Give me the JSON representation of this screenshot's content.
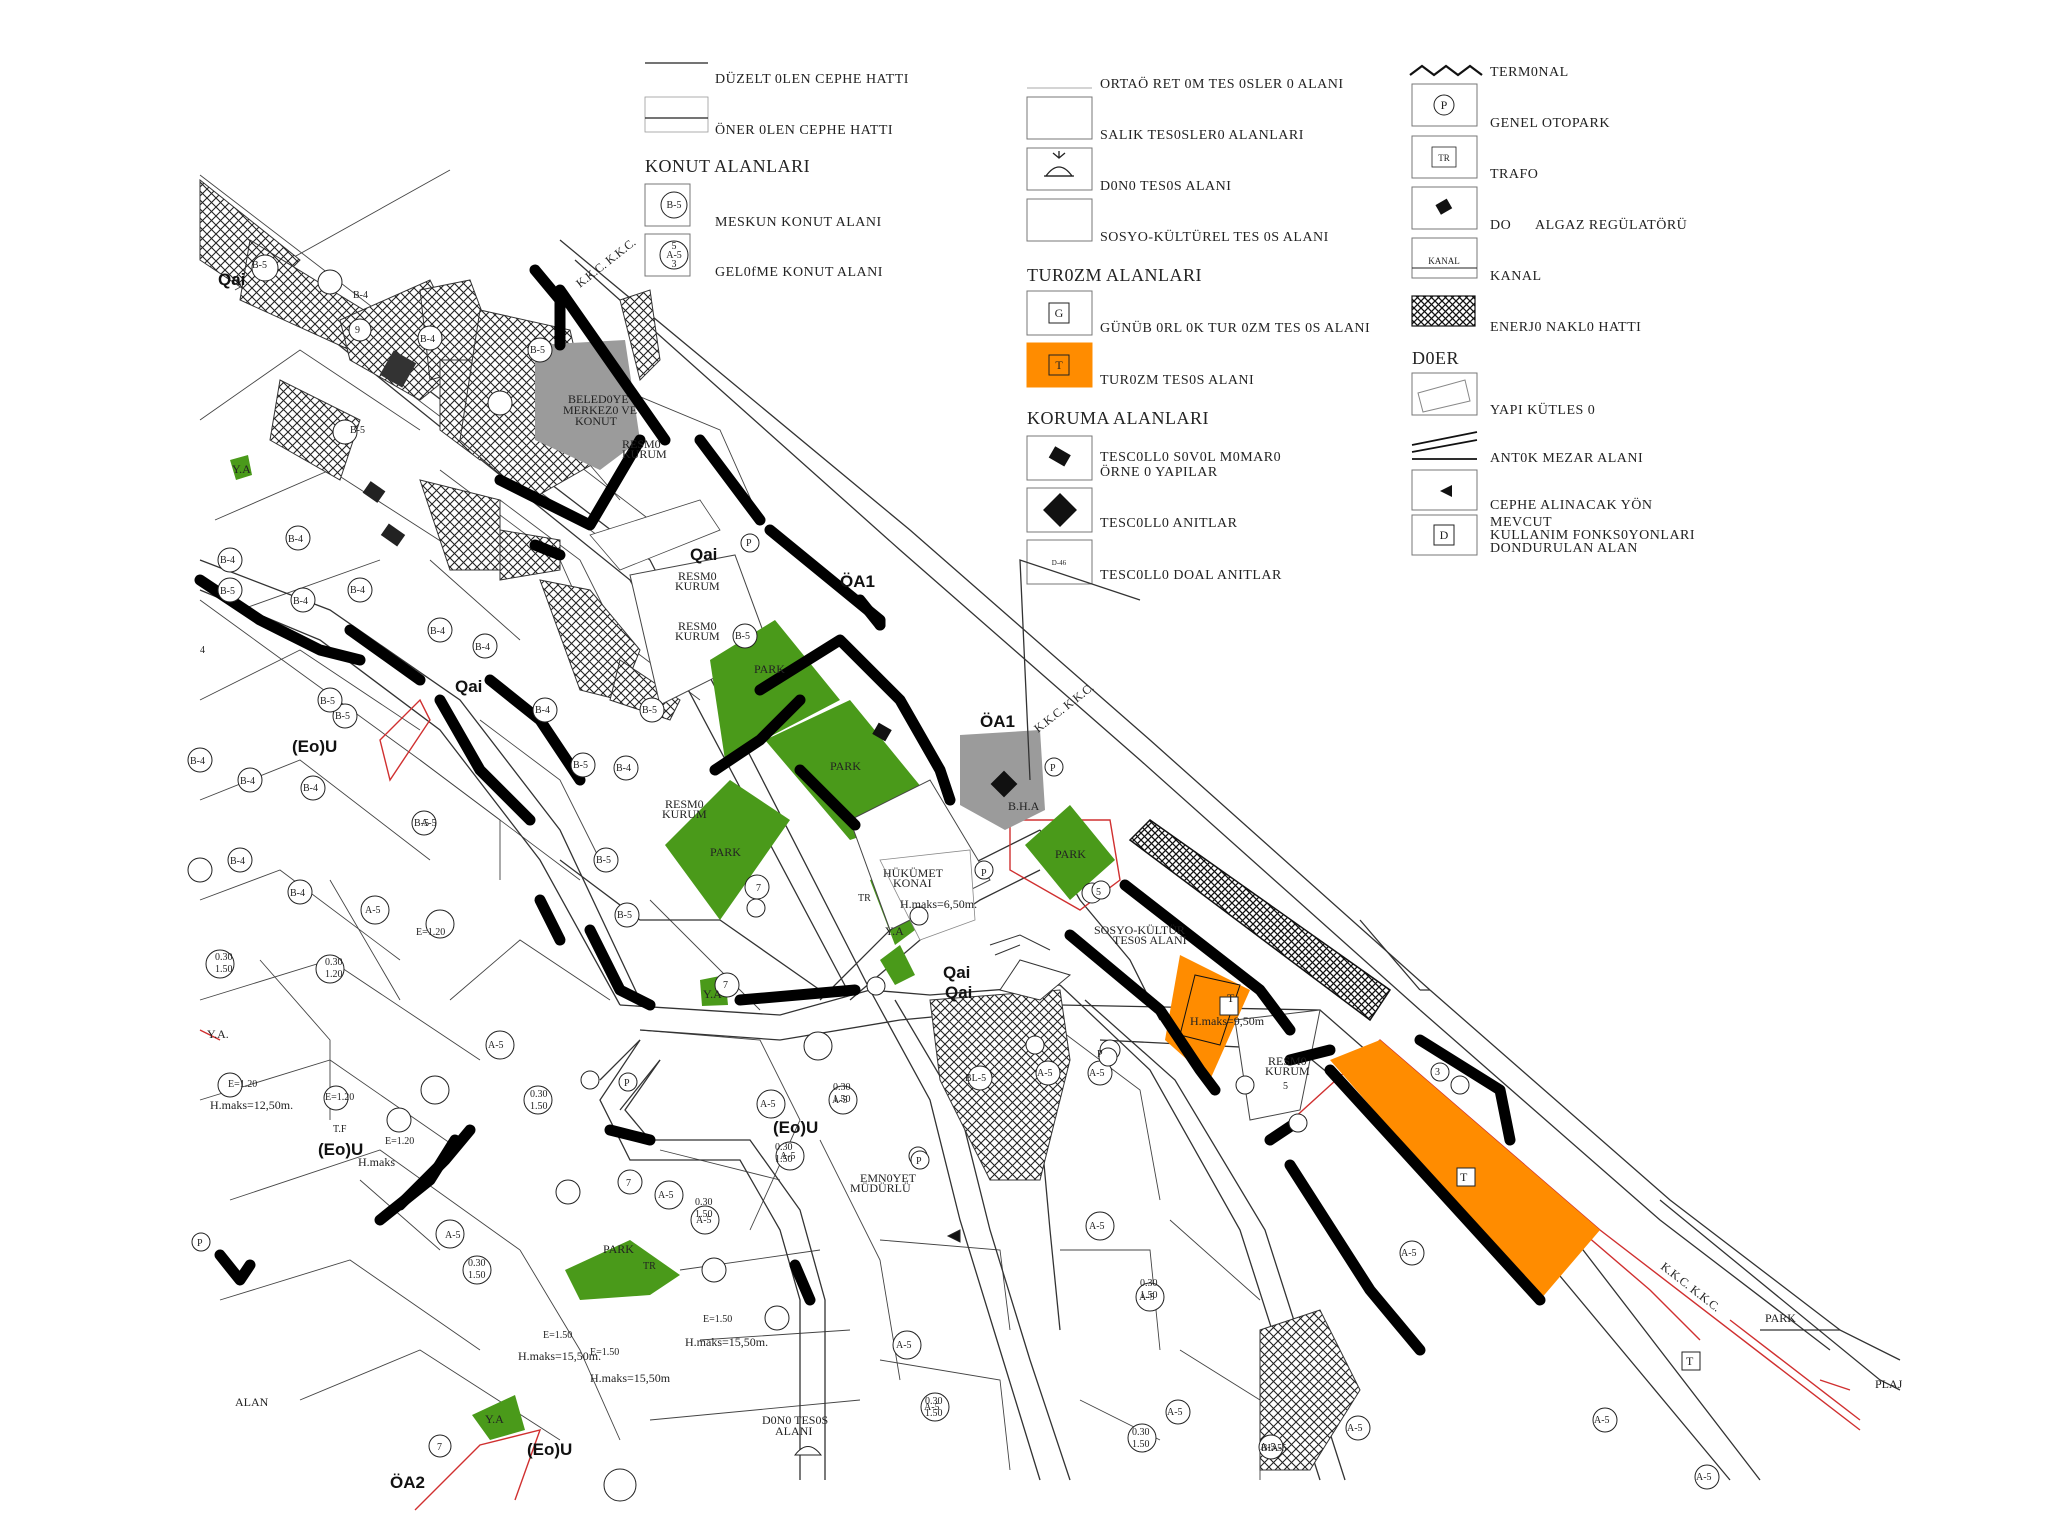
{
  "legend": {
    "col1": {
      "duzeltilen": "DÜZELT   0LEN CEPHE HATTI",
      "onerilen": "ÖNER   0LEN CEPHE HATTI",
      "konut_head": "KONUT ALANLARI",
      "meskun": "MESKUN KONUT ALANI",
      "gelisme": "GEL0fME KONUT ALANI",
      "meskun_sym": "B-5",
      "gelisme_sym_top": "5",
      "gelisme_sym_mid": "A-5",
      "gelisme_sym_bot": "3"
    },
    "col2": {
      "ortaogretim": "ORTAÖ      RET    0M TES     0SLER     0 ALANI",
      "saglik": "SALIK TES0SLER0 ALANLARI",
      "dini": "D0N0 TES0S ALANI",
      "sosyo": "SOSYO-KÜLTÜREL TES      0S ALANI",
      "turizm_head": "TUR0ZM ALANLARI",
      "gunubirlik": "GÜNÜB  0RL     0K TUR    0ZM TES     0S ALANI",
      "gunubirlik_sym": "G",
      "turizm_tesis": "TUR0ZM TES0S ALANI",
      "turizm_sym": "T",
      "koruma_head": "KORUMA ALANLARI",
      "tescilli_sivil_1": "TESC0LL0 S0V0L M0MAR0",
      "tescilli_sivil_2": "ÖRNE          0 YAPILAR",
      "tescilli_anit": "TESC0LL0 ANITLAR",
      "tescilli_dogal": "TESC0LL0 DOAL ANITLAR",
      "tescilli_dogal_sym": "D-46"
    },
    "col3": {
      "terminal": "TERM0NAL",
      "otopark": "GENEL OTOPARK",
      "otopark_sym": "P",
      "trafo": "TRAFO",
      "trafo_sym": "TR",
      "dogalgaz_1": "DO",
      "dogalgaz_2": "ALGAZ REGÜLATÖRÜ",
      "kanal": "KANAL",
      "kanal_sym": "KANAL",
      "enerji": "ENERJ0 NAKL0 HATTI",
      "diger_head": "D0ER",
      "yapi": "YAPI KÜTLES   0",
      "antik": "ANT0K MEZAR ALANI",
      "cephe": "CEPHE ALINACAK YÖN",
      "mevcut_1": "MEVCUT",
      "mevcut_2": "KULLANIM FONKS0YONLARI",
      "mevcut_3": "DONDURULAN ALAN",
      "mevcut_sym": "D"
    }
  },
  "map": {
    "belediye_1": "BELED0YE",
    "belediye_2": "MERKEZ0 VE",
    "belediye_3": "KONUT",
    "resmi_1": "RESM0",
    "resmi_2": "KURUM",
    "park": "PARK",
    "hukumet_1": "HÜKÜMET",
    "hukumet_2": "KONAI",
    "hmaks_hukumet": "H.maks=6,50m.",
    "bha": "B.H.A",
    "sosyo_1": "SOSYO-KÜLTÜR",
    "sosyo_2": "TES0S ALANI",
    "hmaks_turizm": "H.maks=9,50m",
    "emniyet_1": "EMN0YET",
    "emniyet_2": "MÜDÜRLÜ",
    "dini_1": "D0N0 TES0S",
    "dini_2": "ALANI",
    "plaj": "PLAJ",
    "alan": "ALAN",
    "ya": "Y.A.",
    "ya_short": "Y.A",
    "kkc": "K.K.C.  K.K.C.",
    "qai": "Qai",
    "oa1": "ÖA1",
    "oa2": "ÖA2",
    "eou": "(Eo)U",
    "hmaks_1250": "H.maks=12,50m.",
    "hmaks_1550": "H.maks=15,50m.",
    "hmaks_1550b": "H.maks=15,50m",
    "hmaks_short": "H.maks",
    "e120": "E=1.20",
    "e150": "E=1.50",
    "tr": "TR",
    "p": "P",
    "t": "T",
    "a5": "A-5",
    "b5": "B-5",
    "b4": "B-4",
    "bl5": "BL-5",
    "n5": "5",
    "n3": "3",
    "n4": "4",
    "n7": "7",
    "n9": "9",
    "v030": "0.30",
    "v150": "1.50",
    "v120": "1.20",
    "tf": "T.F"
  },
  "colors": {
    "park_green": "#4a9a1a",
    "tourism_orange": "#ff8c00",
    "building_gray": "#9b9b9b",
    "boundary_red": "#d03030",
    "line_black": "#000000"
  }
}
